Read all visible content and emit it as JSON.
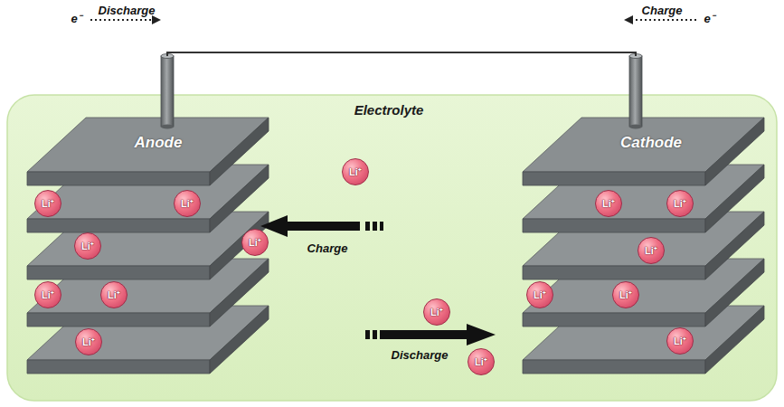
{
  "diagram": {
    "nodes": [
      {
        "text": [
          "Electrolyte"
        ]
      },
      {
        "text": [
          "Anode"
        ],
        "in": 0
      },
      {
        "text": [
          "Li⁺"
        ],
        "in": 1
      },
      {
        "text": [
          "Li⁺"
        ],
        "in": 1
      },
      {
        "text": [
          "Li⁺"
        ],
        "in": 1
      },
      {
        "text": [
          "Li⁺"
        ],
        "in": 1
      },
      {
        "text": [
          "Li⁺"
        ],
        "in": 1
      },
      {
        "text": [
          "Li⁺"
        ],
        "in": 1
      },
      {
        "text": [
          "Li⁺"
        ],
        "in": 1
      },
      {
        "text": [
          "Cathode"
        ],
        "in": 0
      },
      {
        "text": [
          "Li⁺"
        ],
        "in": 9
      },
      {
        "text": [
          "Li⁺"
        ],
        "in": 9
      },
      {
        "text": [
          "Li⁺"
        ],
        "in": 9
      },
      {
        "text": [
          "Li⁺"
        ],
        "in": 9
      },
      {
        "text": [
          "Li⁺"
        ],
        "in": 9
      },
      {
        "text": [
          "Li⁺"
        ],
        "in": 9
      },
      {
        "text": [
          "Li⁺"
        ],
        "in": 0
      },
      {
        "text": [
          "Li⁺"
        ],
        "in": 0
      },
      {
        "text": [
          "Li⁺"
        ],
        "in": 0
      }
    ],
    "edges": [
      {
        "from": 1,
        "to": 9,
        "arrow": "none"
      }
    ],
    "labels": [
      "e⁻",
      "Discharge",
      "Charge",
      "e⁻",
      "Charge",
      "Discharge"
    ]
  }
}
